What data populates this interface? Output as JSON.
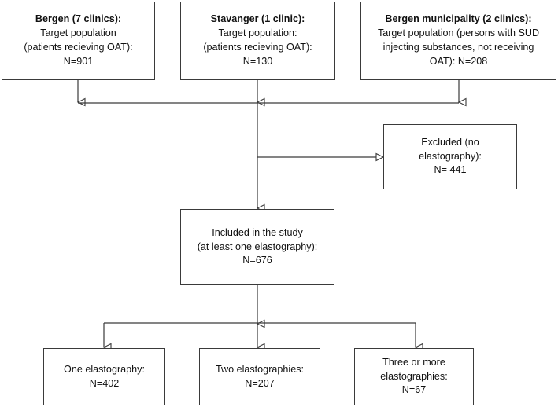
{
  "diagram": {
    "title": "Study participant flow chart",
    "type": "flowchart",
    "stroke_color": "#3a3a3a",
    "text_color": "#111111",
    "background_color": "#ffffff"
  },
  "nodes": {
    "bergen_clinics": {
      "id": "bergen-clinics-box",
      "lines": [
        "Bergen (7 clinics):",
        "Target population",
        "(patients recieving OAT):",
        "N=901"
      ],
      "count_label": "N=901",
      "count": 901
    },
    "stavanger_clinic": {
      "id": "stavanger-clinic-box",
      "lines": [
        "Stavanger (1 clinic):",
        "Target population:",
        "(patients recieving OAT):",
        "N=130"
      ],
      "count_label": "N=130",
      "count": 130
    },
    "bergen_municipality": {
      "id": "bergen-municipality-box",
      "lines": [
        "Bergen municipality (2 clinics):",
        "Target population (persons with SUD",
        "injecting substances, not receiving",
        "OAT): N=208"
      ],
      "count_label": "N=208",
      "count": 208
    },
    "excluded": {
      "id": "excluded-box",
      "lines": [
        "Excluded (no",
        "elastography):",
        "N= 441"
      ],
      "count_label": "N= 441",
      "count": 441
    },
    "included": {
      "id": "included-box",
      "lines": [
        "Included in the study",
        "(at least one elastography):",
        "N=676"
      ],
      "count_label": "N=676",
      "count": 676
    },
    "one_elastography": {
      "id": "one-elastography-box",
      "lines": [
        "One elastography:",
        "N=402"
      ],
      "count_label": "N=402",
      "count": 402
    },
    "two_elastographies": {
      "id": "two-elastographies-box",
      "lines": [
        "Two elastographies:",
        "N=207"
      ],
      "count_label": "N=207",
      "count": 207
    },
    "three_or_more_elastographies": {
      "id": "three-or-more-elastographies-box",
      "lines": [
        "Three or more",
        "elastographies:",
        "N=67"
      ],
      "count_label": "N=67",
      "count": 67
    }
  },
  "connectors": [
    {
      "name": "bergen-clinics-to-merge",
      "from": "bergen_clinics",
      "to": "merge_bar",
      "arrowhead": "hollow-triangle-down"
    },
    {
      "name": "stavanger-clinic-to-merge",
      "from": "stavanger_clinic",
      "to": "merge_bar",
      "arrowhead": "hollow-triangle-down"
    },
    {
      "name": "bergen-municipality-to-merge",
      "from": "bergen_municipality",
      "to": "merge_bar",
      "arrowhead": "hollow-triangle-down"
    },
    {
      "name": "merge-to-excluded",
      "from": "merge_bar",
      "to": "excluded",
      "arrowhead": "hollow-triangle-right"
    },
    {
      "name": "merge-to-included",
      "from": "merge_bar",
      "to": "included",
      "arrowhead": "hollow-triangle-down"
    },
    {
      "name": "included-to-split",
      "from": "included",
      "to": "split_bar",
      "arrowhead": "hollow-triangle-down"
    },
    {
      "name": "split-to-one-elastography",
      "from": "split_bar",
      "to": "one_elastography",
      "arrowhead": "hollow-triangle-down"
    },
    {
      "name": "split-to-two-elastographies",
      "from": "split_bar",
      "to": "two_elastographies",
      "arrowhead": "hollow-triangle-down"
    },
    {
      "name": "split-to-three-or-more",
      "from": "split_bar",
      "to": "three_or_more_elastographies",
      "arrowhead": "hollow-triangle-down"
    }
  ]
}
